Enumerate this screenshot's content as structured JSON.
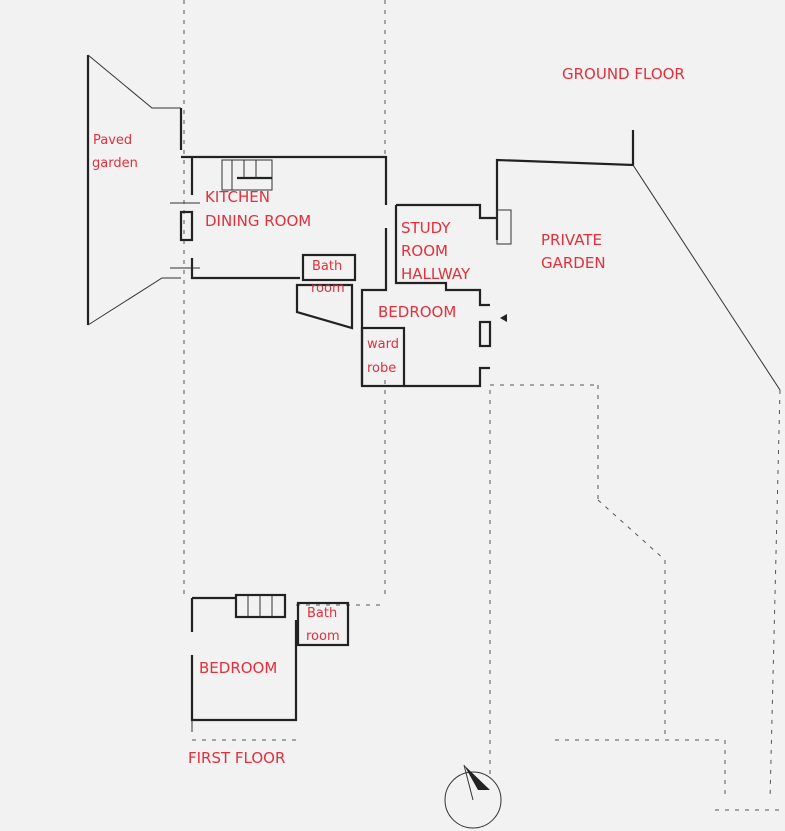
{
  "title_ground": "GROUND FLOOR",
  "title_first": "FIRST FLOOR",
  "rooms": {
    "paved_garden": [
      "Paved",
      "garden"
    ],
    "kitchen": [
      "KITCHEN",
      "DINING ROOM"
    ],
    "study": [
      "STUDY",
      "ROOM",
      "HALLWAY"
    ],
    "private_garden": [
      "PRIVATE",
      "GARDEN"
    ],
    "bath_ground": [
      "Bath",
      "room"
    ],
    "bedroom_ground": "BEDROOM",
    "wardrobe": [
      "ward",
      "robe"
    ],
    "bath_first": [
      "Bath",
      "room"
    ],
    "bedroom_first": "BEDROOM"
  },
  "colors": {
    "label": "#e1303c",
    "wall": "#222222",
    "background": "#f2f2f2"
  }
}
